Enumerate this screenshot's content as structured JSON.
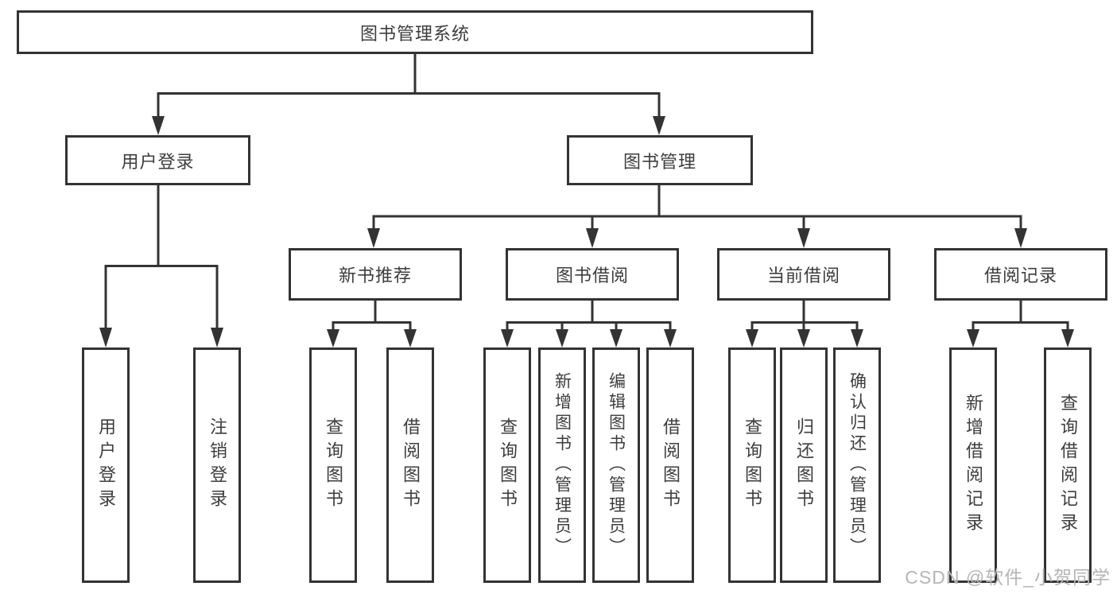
{
  "diagram": {
    "root": {
      "label": "图书管理系统"
    },
    "branches": [
      {
        "label": "用户登录",
        "children": [
          {
            "label": "用户登录"
          },
          {
            "label": "注销登录"
          }
        ]
      },
      {
        "label": "图书管理",
        "children": [
          {
            "label": "新书推荐",
            "children": [
              {
                "label": "查询图书"
              },
              {
                "label": "借阅图书"
              }
            ]
          },
          {
            "label": "图书借阅",
            "children": [
              {
                "label": "查询图书"
              },
              {
                "label": "新增图书（管理员）"
              },
              {
                "label": "编辑图书（管理员）"
              },
              {
                "label": "借阅图书"
              }
            ]
          },
          {
            "label": "当前借阅",
            "children": [
              {
                "label": "查询图书"
              },
              {
                "label": "归还图书"
              },
              {
                "label": "确认归还（管理员）"
              }
            ]
          },
          {
            "label": "借阅记录",
            "children": [
              {
                "label": "新增借阅记录"
              },
              {
                "label": "查询借阅记录"
              }
            ]
          }
        ]
      }
    ]
  },
  "watermark": {
    "text": "CSDN @软件_小贺同学"
  },
  "colors": {
    "line": "#333333",
    "text": "#3d3d3d",
    "watermark": "#b5b5b5",
    "background": "#ffffff"
  }
}
